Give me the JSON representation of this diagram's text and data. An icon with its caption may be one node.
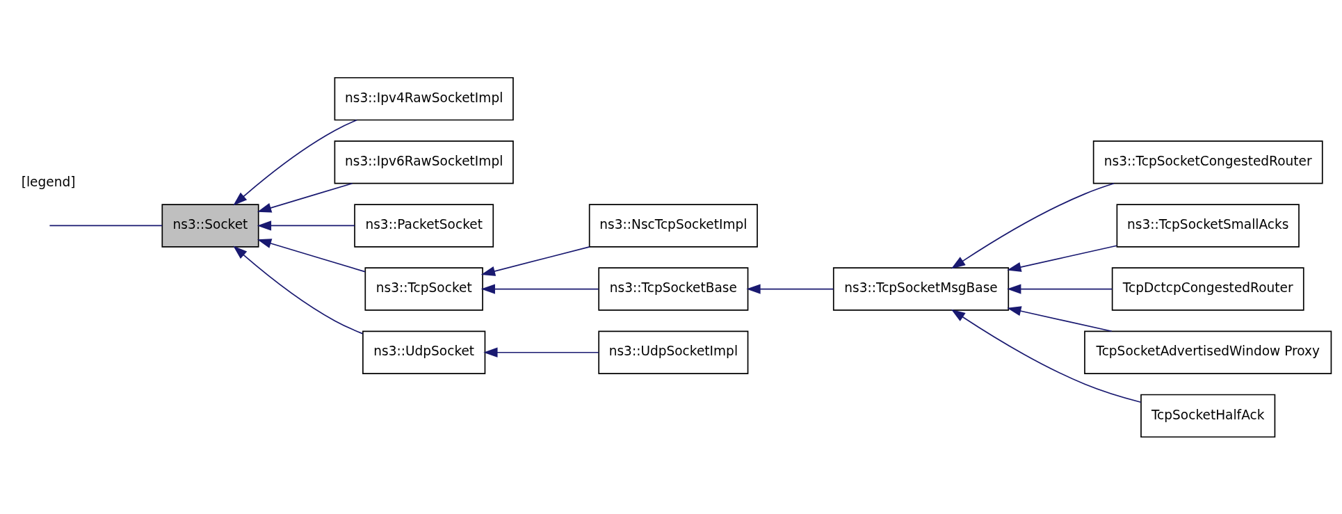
{
  "diagram": {
    "nodes": [
      {
        "text": [
          "ns3::Socket"
        ]
      },
      {
        "text": [
          "ns3::Ipv4RawSocketImpl"
        ]
      },
      {
        "text": [
          "ns3::Ipv6RawSocketImpl"
        ]
      },
      {
        "text": [
          "ns3::PacketSocket"
        ]
      },
      {
        "text": [
          "ns3::TcpSocket"
        ]
      },
      {
        "text": [
          "ns3::UdpSocket"
        ]
      },
      {
        "text": [
          "ns3::NscTcpSocketImpl"
        ]
      },
      {
        "text": [
          "ns3::TcpSocketBase"
        ]
      },
      {
        "text": [
          "ns3::UdpSocketImpl"
        ]
      },
      {
        "text": [
          "ns3::TcpSocketMsgBase"
        ]
      },
      {
        "text": [
          "ns3::TcpSocketCongestedRouter"
        ]
      },
      {
        "text": [
          "ns3::TcpSocketSmallAcks"
        ]
      },
      {
        "text": [
          "TcpDctcpCongestedRouter"
        ]
      },
      {
        "text": [
          "TcpSocketAdvertisedWindow Proxy"
        ]
      },
      {
        "text": [
          "TcpSocketHalfAck"
        ]
      }
    ],
    "edges": [
      {
        "from": 0,
        "to": null,
        "arrow": "none"
      },
      {
        "from": 1,
        "to": 0,
        "arrow": "to"
      },
      {
        "from": 2,
        "to": 0,
        "arrow": "to"
      },
      {
        "from": 3,
        "to": 0,
        "arrow": "to"
      },
      {
        "from": 4,
        "to": 0,
        "arrow": "to"
      },
      {
        "from": 5,
        "to": 0,
        "arrow": "to"
      },
      {
        "from": 6,
        "to": 4,
        "arrow": "to"
      },
      {
        "from": 7,
        "to": 4,
        "arrow": "to"
      },
      {
        "from": 8,
        "to": 5,
        "arrow": "to"
      },
      {
        "from": 9,
        "to": 7,
        "arrow": "to"
      },
      {
        "from": 10,
        "to": 9,
        "arrow": "to"
      },
      {
        "from": 11,
        "to": 9,
        "arrow": "to"
      },
      {
        "from": 12,
        "to": 9,
        "arrow": "to"
      },
      {
        "from": 13,
        "to": 9,
        "arrow": "to"
      },
      {
        "from": 14,
        "to": 9,
        "arrow": "to"
      }
    ],
    "labels": [
      "[legend]"
    ]
  }
}
